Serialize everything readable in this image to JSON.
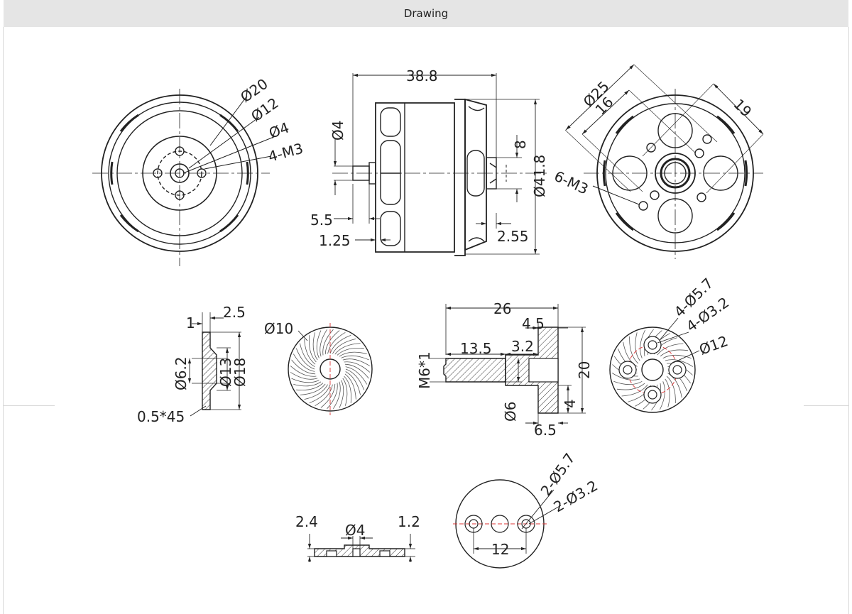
{
  "window": {
    "title": "Drawing"
  },
  "front_view": {
    "d20": "Ø20",
    "d12": "Ø12",
    "d4": "Ø4",
    "m3": "4-M3"
  },
  "side_view": {
    "len": "38.8",
    "d4": "Ø4",
    "d8": "8",
    "d418": "Ø41.8",
    "d55": "5.5",
    "d125": "1.25",
    "d255": "2.55"
  },
  "rear_view": {
    "d25": "Ø25",
    "d16": "16",
    "d19": "19",
    "m3": "6-M3"
  },
  "washer": {
    "d1": "1",
    "d25": "2.5",
    "d62": "Ø6.2",
    "d13": "Ø13",
    "d18": "Ø18",
    "chamfer": "0.5*45"
  },
  "fan": {
    "d10": "Ø10"
  },
  "prop_adapter": {
    "d26": "26",
    "d45": "4.5",
    "d135": "13.5",
    "d32": "3.2",
    "m6": "M6*1",
    "d20": "20",
    "d4": "4",
    "d6": "Ø6",
    "d65": "6.5"
  },
  "adapter_end": {
    "h57": "4-Ø5.7",
    "h32": "4-Ø3.2",
    "d12": "Ø12"
  },
  "plate_side": {
    "d24": "2.4",
    "d4": "Ø4",
    "d12": "1.2"
  },
  "plate_top": {
    "h57": "2-Ø5.7",
    "h32": "2-Ø3.2",
    "d12": "12"
  }
}
